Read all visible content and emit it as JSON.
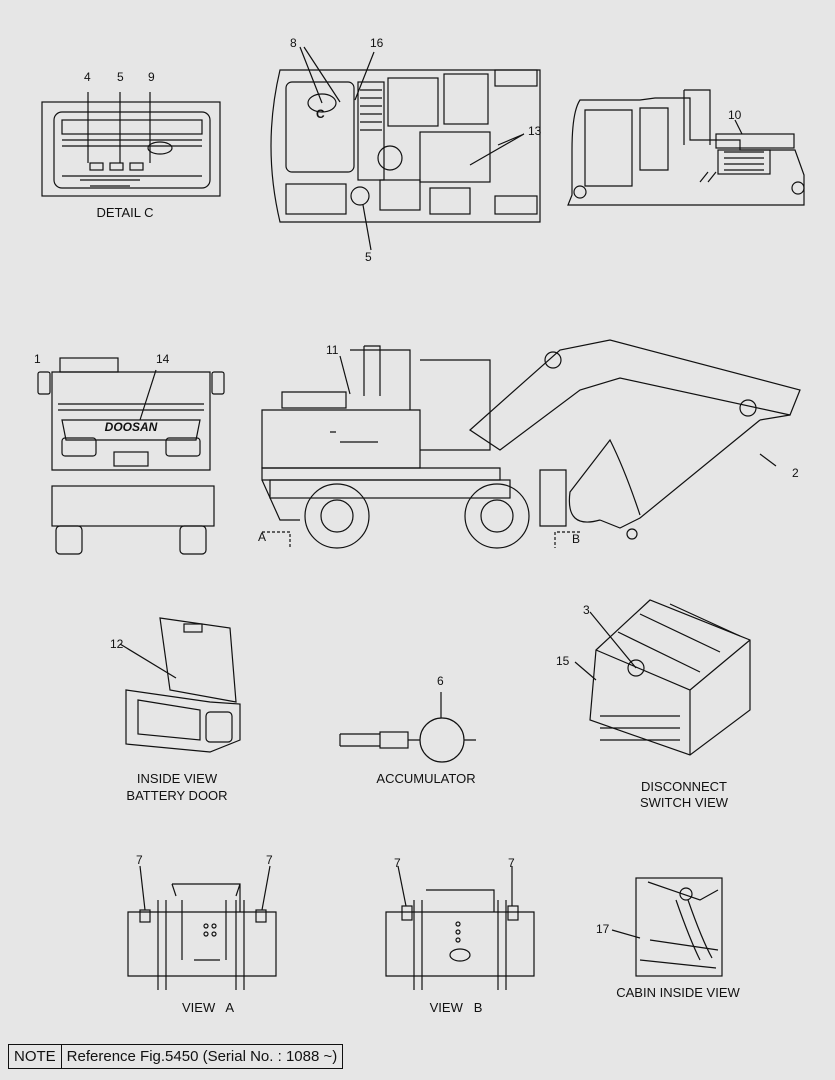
{
  "callouts": {
    "c1": "1",
    "c2": "2",
    "c3": "3",
    "c4": "4",
    "c5a": "5",
    "c5b": "5",
    "c6": "6",
    "c7a": "7",
    "c7b": "7",
    "c7c": "7",
    "c7d": "7",
    "c8": "8",
    "c9": "9",
    "c10": "10",
    "c11": "11",
    "c12": "12",
    "c13": "13",
    "c14": "14",
    "c15": "15",
    "c16": "16",
    "c17": "17",
    "cC": "C",
    "cA": "A",
    "cB": "B"
  },
  "captions": {
    "detail_c": "DETAIL C",
    "battery_door_1": "INSIDE VIEW",
    "battery_door_2": "BATTERY DOOR",
    "accumulator": "ACCUMULATOR",
    "disconnect_1": "DISCONNECT",
    "disconnect_2": "SWITCH VIEW",
    "view_a": "VIEW   A",
    "view_b": "VIEW   B",
    "cabin_inside": "CABIN INSIDE VIEW"
  },
  "brand": "DOOSAN",
  "note": {
    "key": "NOTE",
    "text": "Reference Fig.5450 (Serial No. : 1088 ~)"
  }
}
